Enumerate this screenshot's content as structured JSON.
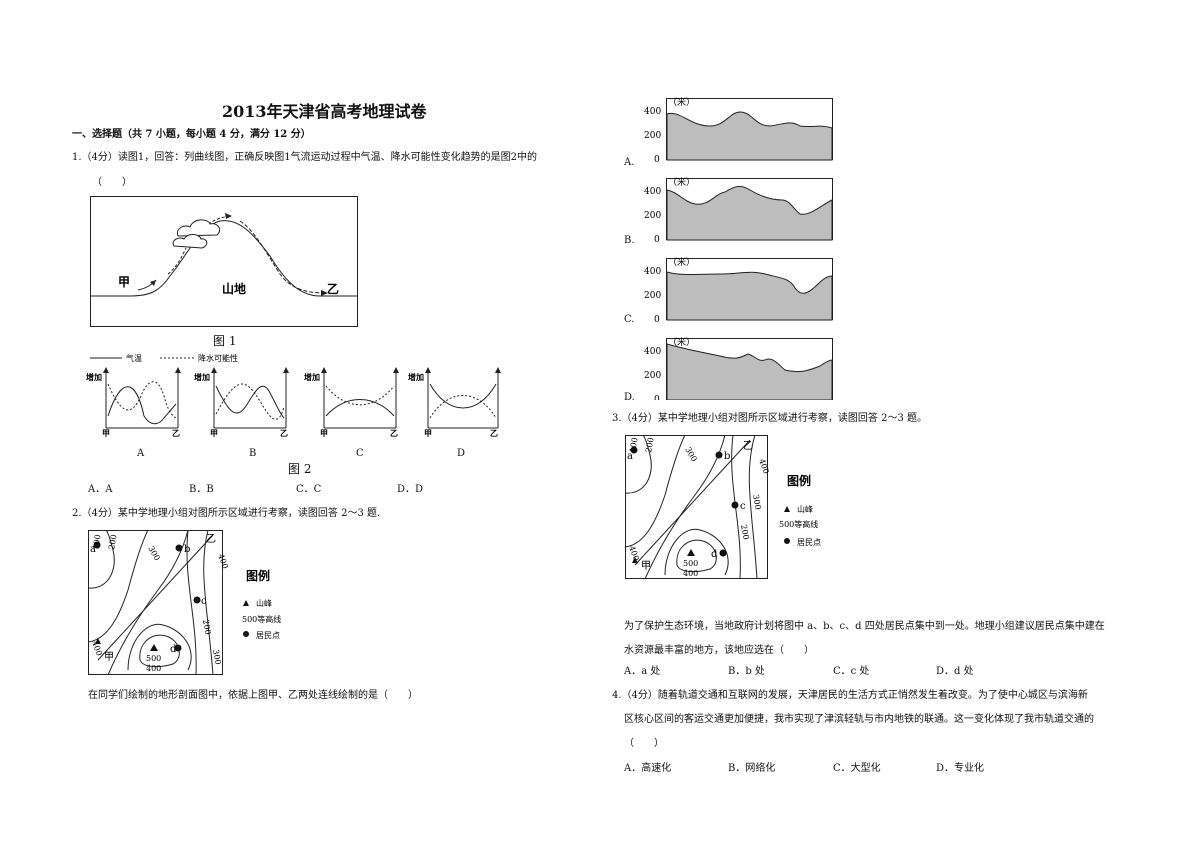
{
  "paper": {
    "title": "2013年天津省高考地理试卷",
    "section": "一、选择题（共 7 小题，每小题 4 分，满分 12 分）"
  },
  "q1": {
    "stem": "1.（4分）读图1，回答：列曲线图，正确反映图1气流运动过程中气温、降水可能性变化趋势的是图2中的",
    "bracket": "（　　）",
    "fig1": {
      "jia": "甲",
      "yi": "乙",
      "mountain": "山地",
      "caption": "图 1"
    },
    "fig2": {
      "legend_temp": "气温",
      "legend_rain": "降水可能性",
      "increase": "增加",
      "jia": "甲",
      "yi": "乙",
      "panel_labels": [
        "A",
        "B",
        "C",
        "D"
      ],
      "caption": "图 2"
    },
    "options": [
      "A．A",
      "B．B",
      "C．C",
      "D．D"
    ]
  },
  "q2": {
    "stem": "2.（4分）某中学地理小组对图所示区域进行考察，读图回答 2～3 题.",
    "after_text": "在同学们绘制的地形剖面图中，依据上图甲、乙两处连线绘制的是（　　）"
  },
  "map": {
    "legend_title": "图例",
    "legend_peak": "山峰",
    "legend_contour": "500等高线",
    "legend_settlement": "居民点",
    "points": [
      "a",
      "b",
      "c",
      "d"
    ],
    "jia": "甲",
    "yi": "乙",
    "contours": [
      "100",
      "200",
      "300",
      "400",
      "500",
      "400",
      "300",
      "200",
      "400"
    ]
  },
  "profiles": {
    "unit": "（米）",
    "y_ticks": [
      "400",
      "200",
      "0"
    ],
    "labels": [
      "A.",
      "B.",
      "C.",
      "D."
    ]
  },
  "q3": {
    "stem": "3.（4分）某中学地理小组对图所示区域进行考察，读图回答 2～3 题。",
    "text1": "为了保护生态环境，当地政府计划将图中 a、b、c、d 四处居民点集中到一处。地理小组建议居民点集中建在",
    "text2": "水资源最丰富的地方，该地应选在（　　）",
    "options": [
      "A．a 处",
      "B．b 处",
      "C．c 处",
      "D．d 处"
    ]
  },
  "q4": {
    "line1": "4.（4分）随着轨道交通和互联网的发展，天津居民的生活方式正悄然发生着改变。为了使中心城区与滨海新",
    "line2": "区核心区间的客运交通更加便捷，我市实现了津滨轻轨与市内地铁的联通。这一变化体现了我市轨道交通的",
    "bracket": "（　　）",
    "options": [
      "A．高速化",
      "B．网络化",
      "C．大型化",
      "D．专业化"
    ]
  }
}
